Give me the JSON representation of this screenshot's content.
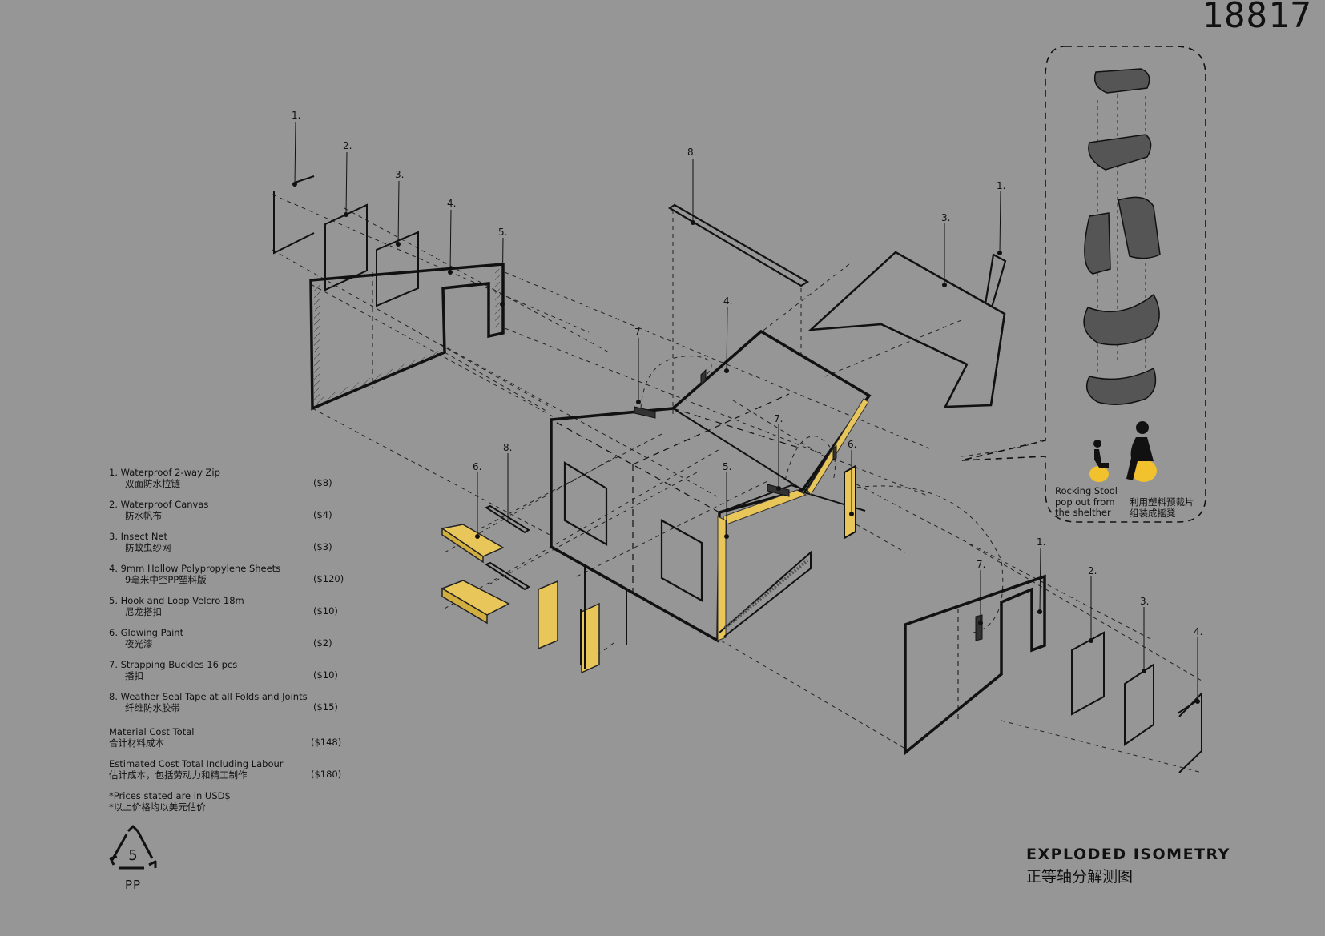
{
  "sheet_number": "18817",
  "title": {
    "en": "EXPLODED ISOMETRY",
    "zh": "正等轴分解测图"
  },
  "callout_labels": {
    "left_1": "1.",
    "left_2": "2.",
    "left_3": "3.",
    "left_4": "4.",
    "left_5": "5.",
    "top_8": "8.",
    "center_4": "4.",
    "center_7a": "7.",
    "center_7b": "7.",
    "center_5": "5.",
    "center_6": "6.",
    "front_6": "6.",
    "front_8": "8.",
    "roof_1": "1.",
    "roof_3": "3.",
    "right_1": "1.",
    "right_2": "2.",
    "right_3": "3.",
    "right_4": "4.",
    "right_7": "7."
  },
  "materials": [
    {
      "en": "1. Waterproof 2-way Zip",
      "zh": "双面防水拉链",
      "price": "($8)"
    },
    {
      "en": "2. Waterproof Canvas",
      "zh": "防水帆布",
      "price": "($4)"
    },
    {
      "en": "3. Insect Net",
      "zh": "防蚊虫纱网",
      "price": "($3)"
    },
    {
      "en": "4. 9mm Hollow Polypropylene Sheets",
      "zh": "9毫米中空PP塑料版",
      "price": "($120)"
    },
    {
      "en": "5. Hook and Loop Velcro 18m",
      "zh": "尼龙搭扣",
      "price": "($10)"
    },
    {
      "en": "6. Glowing Paint",
      "zh": "夜光漆",
      "price": "($2)"
    },
    {
      "en": "7. Strapping Buckles 16 pcs",
      "zh": "播扣",
      "price": "($10)"
    },
    {
      "en": "8. Weather Seal Tape at all Folds and Joints",
      "zh": "纤维防水胶带",
      "price": "($15)"
    }
  ],
  "totals": [
    {
      "en": "Material Cost Total",
      "zh": "合计材料成本",
      "price": "($148)"
    },
    {
      "en": "Estimated Cost Total Including Labour",
      "zh": "估计成本，包括劳动力和精工制作",
      "price": "($180)"
    }
  ],
  "notes": [
    "*Prices stated are in USD$",
    "*以上价格均以美元估价"
  ],
  "recycle": {
    "number": "5",
    "code": "PP"
  },
  "stool_caption": {
    "en": [
      "Rocking Stool",
      "pop out from",
      "the shelther"
    ],
    "zh": [
      "利用塑料预裁片",
      "组装成摇凳"
    ]
  },
  "colors": {
    "background": "#969696",
    "line": "#111111",
    "accent": "#f2c12e",
    "panel": "#e8c65a"
  },
  "icons": [
    "recycle-pp-icon",
    "child-seated-icon",
    "adult-seated-icon"
  ]
}
